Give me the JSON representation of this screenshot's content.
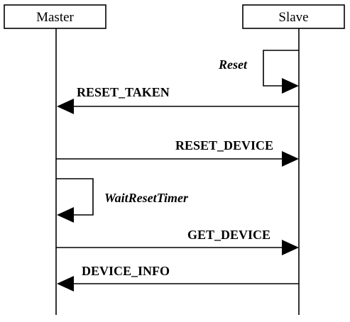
{
  "participants": {
    "master": "Master",
    "slave": "Slave"
  },
  "messages": [
    {
      "id": "reset",
      "kind": "self",
      "owner": "slave",
      "label": "Reset"
    },
    {
      "id": "reset_taken",
      "kind": "message",
      "from": "slave",
      "to": "master",
      "label": "RESET_TAKEN"
    },
    {
      "id": "reset_device",
      "kind": "message",
      "from": "master",
      "to": "slave",
      "label": "RESET_DEVICE"
    },
    {
      "id": "wait_reset_timer",
      "kind": "self",
      "owner": "master",
      "label": "WaitResetTimer"
    },
    {
      "id": "get_device",
      "kind": "message",
      "from": "master",
      "to": "slave",
      "label": "GET_DEVICE"
    },
    {
      "id": "device_info",
      "kind": "message",
      "from": "slave",
      "to": "master",
      "label": "DEVICE_INFO"
    }
  ]
}
